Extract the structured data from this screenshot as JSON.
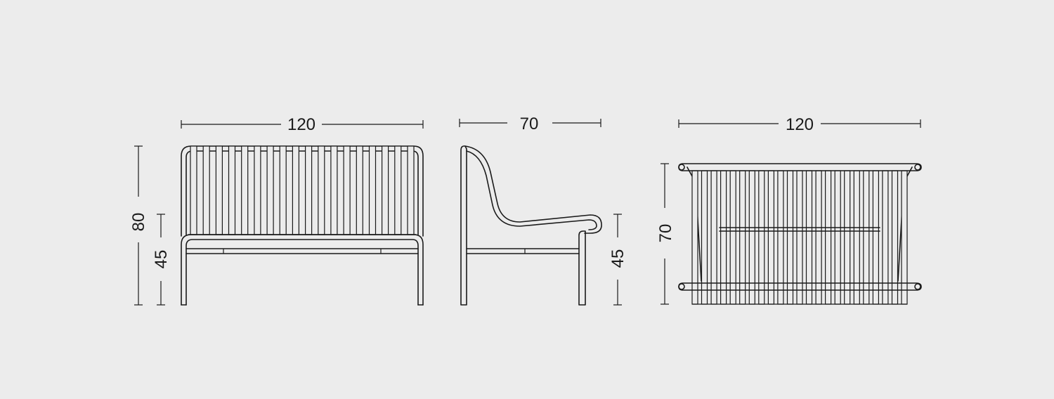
{
  "colors": {
    "background": "#ececec",
    "stroke": "#1a1a1a"
  },
  "front_view": {
    "width_label": "120",
    "height_label": "80",
    "seat_height_label": "45",
    "slat_count": 18
  },
  "side_view": {
    "depth_label": "70",
    "seat_height_label": "45"
  },
  "top_view": {
    "width_label": "120",
    "depth_label": "70",
    "slat_count": 23
  }
}
